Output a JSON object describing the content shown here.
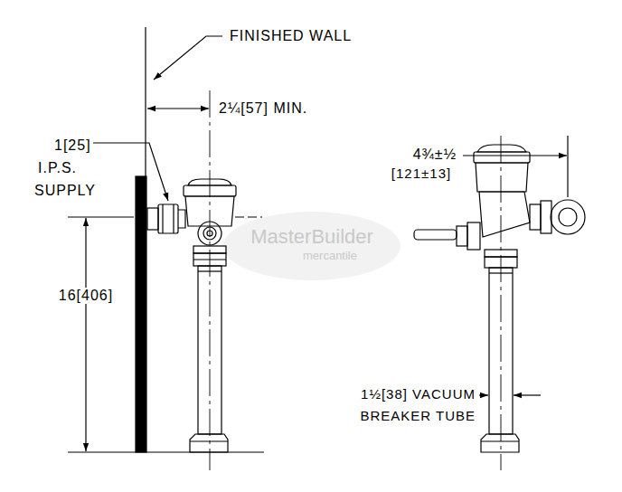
{
  "diagram": {
    "labels": [
      "FINISHED WALL",
      "2¼[57] MIN.",
      "1[25]",
      "I.P.S.",
      "SUPPLY",
      "16[406]",
      "4¾±½",
      "[121±13]",
      "1½[38] VACUUM",
      "BREAKER TUBE",
      "MasterBuilder",
      "mercantile"
    ]
  }
}
